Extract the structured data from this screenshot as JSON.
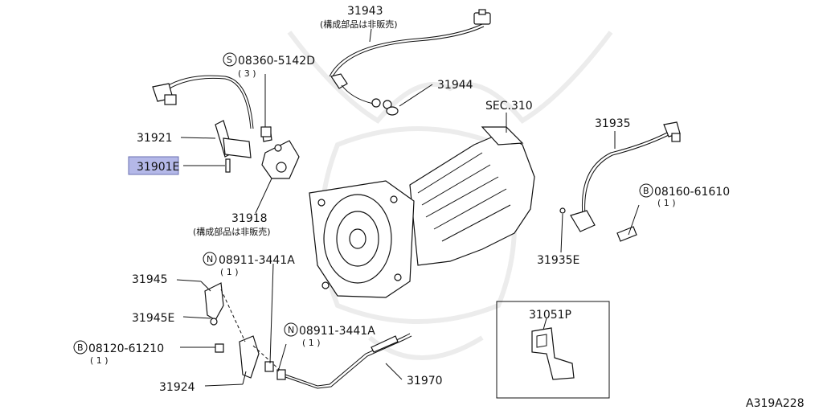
{
  "labels": {
    "p31943": "31943",
    "p31943_note": "(構成部品は非販売)",
    "bolt_top": "08360-5142D",
    "bolt_top_marker": "S",
    "bolt_top_qty": "( 3 )",
    "p31944": "31944",
    "sec310": "SEC.310",
    "p31921": "31921",
    "p31901E": "31901E",
    "p31918": "31918",
    "p31918_note": "(構成部品は非販売)",
    "p31935": "31935",
    "bolt_right": "08160-61610",
    "bolt_right_marker": "B",
    "bolt_right_qty": "( 1 )",
    "p31935E": "31935E",
    "nut_a": "08911-3441A",
    "nut_a_marker": "N",
    "nut_a_qty": "( 1 )",
    "p31945": "31945",
    "p31945E": "31945E",
    "nut_b": "08911-3441A",
    "nut_b_marker": "N",
    "nut_b_qty": "( 1 )",
    "bolt_left": "08120-61210",
    "bolt_left_marker": "B",
    "bolt_left_qty": "( 1 )",
    "p31924": "31924",
    "p31970": "31970",
    "p31051P": "31051P",
    "diagram_id": "A319A228"
  },
  "colors": {
    "highlight": "#b4b8e8",
    "line": "#111111",
    "watermark": "#ececec"
  }
}
